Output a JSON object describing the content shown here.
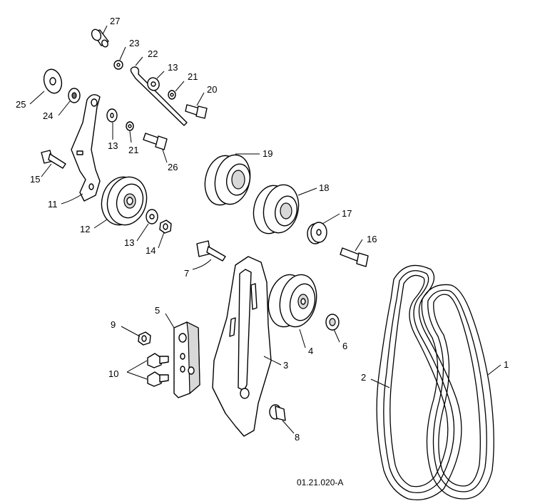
{
  "figure_code": "01.21.020-A",
  "callouts": {
    "c1": "1",
    "c2": "2",
    "c3": "3",
    "c4": "4",
    "c5": "5",
    "c6": "6",
    "c7": "7",
    "c8": "8",
    "c9": "9",
    "c10": "10",
    "c11": "11",
    "c12": "12",
    "c13a": "13",
    "c13b": "13",
    "c13c": "13",
    "c14": "14",
    "c15": "15",
    "c16": "16",
    "c17": "17",
    "c18": "18",
    "c19": "19",
    "c20": "20",
    "c21a": "21",
    "c21b": "21",
    "c22": "22",
    "c23": "23",
    "c24": "24",
    "c25": "25",
    "c26": "26",
    "c27": "27"
  }
}
